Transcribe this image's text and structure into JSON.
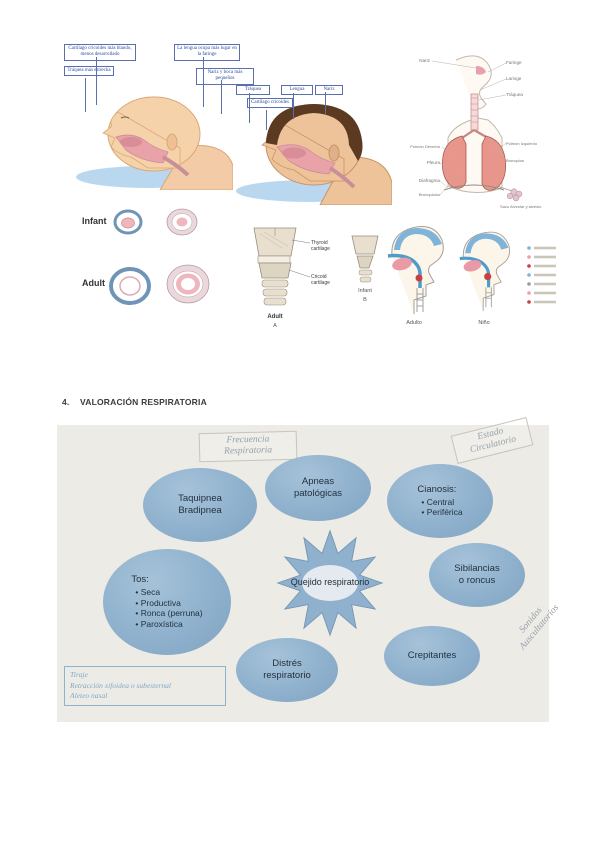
{
  "heading": {
    "number": "4.",
    "title": "VALORACIÓN RESPIRATORIA"
  },
  "figures": {
    "airway_heads": {
      "infant_box_labels": [
        "Cartílago cricoides más blando, menos desarrollado",
        "La lengua ocupa más lugar en la faringe",
        "Tráquea más estrecha",
        "Nariz y boca más pequeños"
      ],
      "adult_box_labels": [
        "Tráquea",
        "Lengua",
        "Nariz",
        "Cartílago cricoides"
      ]
    },
    "respiratory_system": {
      "left_labels": [
        "Nariz",
        "Pulmón Derecho",
        "Pleura",
        "Diafragma",
        "Bronquiolos"
      ],
      "right_labels": [
        "Faringe",
        "Laringe",
        "Tráquea",
        "Pulmón Izquierdo",
        "Bronquios",
        "Saco Alveolar y alvéolo"
      ]
    },
    "rings": {
      "row1": "Infant",
      "row2": "Adult"
    },
    "larynx": {
      "thyroid_label": "Thyroid cartilage",
      "cricoid_label": "Cricoid cartilage",
      "adult_caption": "Adult",
      "adult_letter": "A",
      "infant_caption": "Infant",
      "infant_letter": "B"
    },
    "sagittal": {
      "left_caption": "Adulto",
      "right_caption": "Niño"
    }
  },
  "concept_map": {
    "annotations": {
      "frecuencia": {
        "line1": "Frecuencia",
        "line2": "Respiratoria"
      },
      "estado": {
        "line1": "Estado",
        "line2": "Circulatorio"
      },
      "sonidos": {
        "line1": "Sonidos",
        "line2": "Auscultatorios"
      }
    },
    "center": {
      "line1": "Quejido",
      "line2": "respiratorio"
    },
    "nodes": {
      "taquipnea": {
        "line1": "Taquipnea",
        "line2": "Bradipnea"
      },
      "apneas": {
        "line1": "Apneas",
        "line2": "patológicas"
      },
      "cianosis": {
        "title": "Cianosis:",
        "bullets": [
          "Central",
          "Periférica"
        ]
      },
      "tos": {
        "title": "Tos:",
        "bullets": [
          "Seca",
          "Productiva",
          "Ronca (perruna)",
          "Paroxística"
        ]
      },
      "sibilancias": {
        "line1": "Sibilancias",
        "line2": "o roncus"
      },
      "crepitantes": {
        "label": "Crepitantes"
      },
      "distres": {
        "line1": "Distrés",
        "line2": "respiratorio"
      }
    },
    "note_box": {
      "lines": [
        "Tiraje",
        "Retracción xifoidea o subesternal",
        "Aleteo nasal"
      ]
    },
    "colors": {
      "background": "#edebe5",
      "node_fill": "#8fb1cd",
      "annotation_text": "#96a1ab",
      "note_text": "#7fa9c9",
      "label_blue": "#2f4d9e"
    }
  }
}
